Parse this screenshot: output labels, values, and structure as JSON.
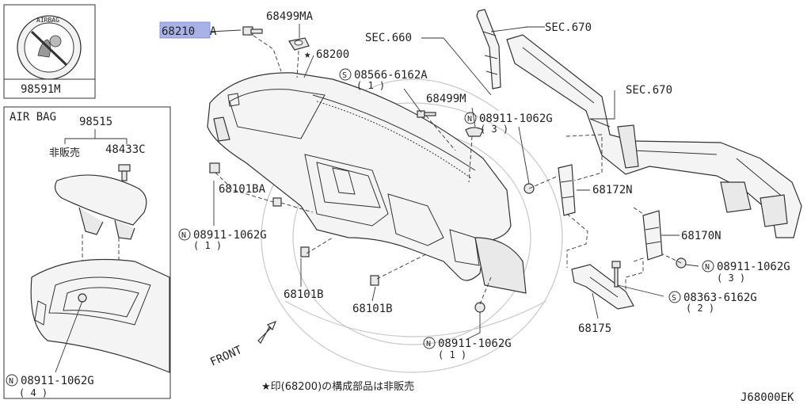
{
  "diagram": {
    "inset_top": {
      "part": "98591M",
      "seal_text": "AIRBAG"
    },
    "inset_airbag": {
      "title": "AIR BAG",
      "part": "98515",
      "not_sold": "非販売",
      "clip": "48433C",
      "nut_symbol": "N",
      "nut_part": "08911-1062G",
      "nut_qty": "( 4 )"
    },
    "labels": {
      "p68210_main": "68210",
      "p68210_suffix": "A",
      "p68499MA": "68499MA",
      "p68200": "68200",
      "star": "★",
      "sec660": "SEC.660",
      "sec670_a": "SEC.670",
      "sec670_b": "SEC.670",
      "s_symbol": "S",
      "s08566": "08566-6162A",
      "s08566_qty": "( 1 )",
      "p68499M": "68499M",
      "n_symbol": "N",
      "n08911_a": "08911-1062G",
      "n08911_a_qty": "( 3 )",
      "p68101BA": "68101BA",
      "n08911_b": "08911-1062G",
      "n08911_b_qty": "( 1 )",
      "p68172N": "68172N",
      "p68170N": "68170N",
      "n08911_c": "08911-1062G",
      "n08911_c_qty": "( 3 )",
      "p68101B_a": "68101B",
      "p68101B_b": "68101B",
      "s08363": "08363-6162G",
      "s08363_qty": "( 2 )",
      "n08911_d": "08911-1062G",
      "n08911_d_qty": "( 1 )",
      "p68175": "68175",
      "front": "FRONT",
      "footnote": "★印(68200)の構成部品は非販売",
      "diagram_code": "J68000EK"
    },
    "colors": {
      "highlight": "#a9b2e6",
      "ink": "#333333"
    }
  }
}
